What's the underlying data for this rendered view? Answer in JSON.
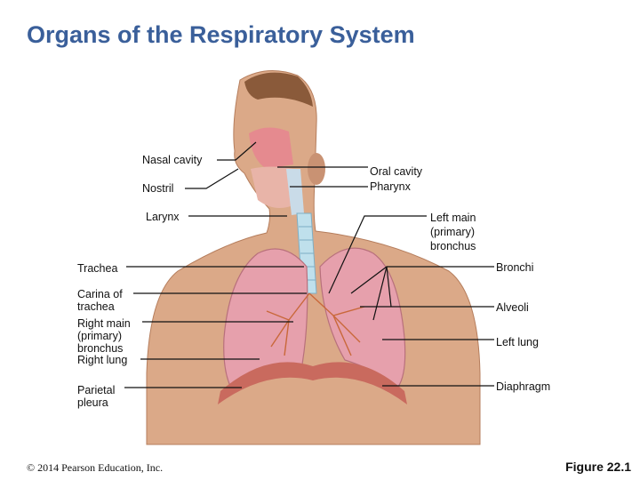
{
  "title": "Organs of the Respiratory System",
  "labels": {
    "nasal_cavity": "Nasal cavity",
    "nostril": "Nostril",
    "larynx": "Larynx",
    "oral_cavity": "Oral cavity",
    "pharynx": "Pharynx",
    "left_main_bronchus": "Left main\n(primary)\nbronchus",
    "trachea": "Trachea",
    "bronchi": "Bronchi",
    "carina": "Carina of\ntrachea",
    "right_main_bronchus": "Right main\n(primary)\nbronchus",
    "right_lung": "Right lung",
    "alveoli": "Alveoli",
    "left_lung": "Left lung",
    "parietal_pleura": "Parietal\npleura",
    "diaphragm": "Diaphragm"
  },
  "colors": {
    "title": "#3a5f9a",
    "skin": "#d9a582",
    "lung": "#e6a0ac",
    "trachea": "#bfe0ec",
    "diaphragm": "#c96a5e"
  },
  "footer": {
    "copyright": "© 2014 Pearson Education, Inc.",
    "figure": "Figure 22.1"
  }
}
